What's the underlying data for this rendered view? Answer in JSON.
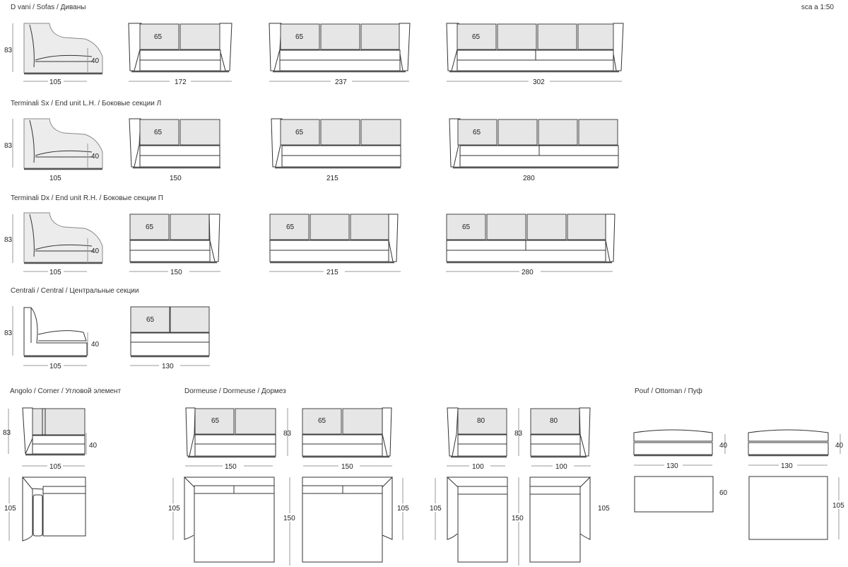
{
  "page": {
    "scale_label": "sca a 1:50"
  },
  "sections": [
    {
      "id": "sofas",
      "title": "D vani / Sofas / Диваны",
      "side": {
        "depth": "105",
        "height": "83",
        "seat": "40"
      },
      "fronts": [
        {
          "width": "172",
          "back": "65"
        },
        {
          "width": "237",
          "back": "65"
        },
        {
          "width": "302",
          "back": "65"
        }
      ]
    },
    {
      "id": "end-lh",
      "title": "Terminali Sx / End unit L.H. / Боковые секции Л",
      "side": {
        "depth": "105",
        "height": "83",
        "seat": "40"
      },
      "fronts": [
        {
          "width": "150",
          "back": "65"
        },
        {
          "width": "215",
          "back": "65"
        },
        {
          "width": "280",
          "back": "65"
        }
      ]
    },
    {
      "id": "end-rh",
      "title": "Terminali Dx / End unit R.H. / Боковые секции П",
      "side": {
        "depth": "105",
        "height": "83",
        "seat": "40"
      },
      "fronts": [
        {
          "width": "150",
          "back": "65"
        },
        {
          "width": "215",
          "back": "65"
        },
        {
          "width": "280",
          "back": "65"
        }
      ]
    },
    {
      "id": "central",
      "title": "Centrali / Central / Центральные секции",
      "side": {
        "depth": "105",
        "height": "83",
        "seat": "40"
      },
      "fronts": [
        {
          "width": "130",
          "back": "65"
        }
      ]
    },
    {
      "id": "corner",
      "title": "Angolo / Corner / Угловой элемент",
      "front": {
        "width": "105",
        "height": "83",
        "seat": "40"
      },
      "plan": {
        "depth": "105"
      }
    },
    {
      "id": "dormeuse",
      "title": "Dormeuse / Dormeuse / Дормез",
      "units": [
        {
          "width": "150",
          "back": "65",
          "height": "83",
          "plan_depth": "105",
          "plan_length": "150"
        },
        {
          "width": "150",
          "back": "65",
          "plan_depth": "105"
        },
        {
          "width": "100",
          "back": "80",
          "height": "83",
          "plan_depth": "105",
          "plan_length": "150"
        },
        {
          "width": "100",
          "back": "80",
          "plan_depth": "105"
        }
      ]
    },
    {
      "id": "ottoman",
      "title": "Pouf / Ottoman / Пуф",
      "units": [
        {
          "width": "130",
          "height": "40",
          "plan_depth": "60"
        },
        {
          "width": "130",
          "height": "40",
          "plan_depth": "105"
        }
      ]
    }
  ]
}
